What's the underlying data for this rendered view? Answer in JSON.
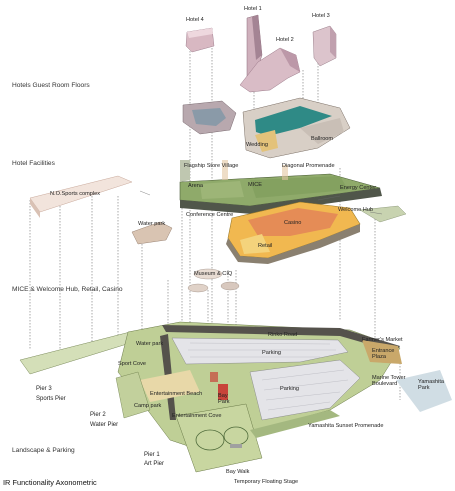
{
  "rows": {
    "guest_floors": "Hotels Guest Room Floors",
    "facilities": "Hotel Facilities",
    "mice": "MICE & Welcome Hub, Retail, Casino",
    "landscape": "Landscape & Parking"
  },
  "caption": "IR Functionality Axonometric",
  "hotels": {
    "h1": "Hotel 1",
    "h2": "Hotel 2",
    "h3": "Hotel 3",
    "h4": "Hotel 4",
    "ballroom": "Ballroom",
    "wedding": "Wedding"
  },
  "facilities": {
    "flagship": "Flagship Store Village",
    "diagonal": "Diagonal Promenade",
    "arena": "Arena",
    "mice": "MICE",
    "energy": "Energy Center",
    "conference": "Conference Centre",
    "welcome": "Welcome Hub",
    "casino": "Casino",
    "retail": "Retail",
    "no_sports": "N.O.Sports complex",
    "water_park": "Water park",
    "museum": "Museum & CIQ"
  },
  "landscape": {
    "rinko": "Rinko Road",
    "farmers": "Farmer's Market",
    "entrance": "Entrance Plaza",
    "parking1": "Parking",
    "parking2": "Parking",
    "marine": "Marine Tower Boulevard",
    "yamashita_park": "Yamashita Park",
    "water_park": "Water park",
    "sport_cove": "Sport Cove",
    "beach": "Entertainment Beach",
    "camp": "Camp park",
    "bay": "Bay Park",
    "cove": "Entertainment Cove",
    "promenade": "Yamashita Sunset Promenade",
    "bay_walk": "Bay Walk",
    "floating": "Temporary Floating Stage"
  },
  "piers": {
    "p3_name": "Pier 3",
    "p3_label": "Sports Pier",
    "p2_name": "Pier 2",
    "p2_label": "Water Pier",
    "p1_name": "Pier 1",
    "p1_label": "Art Pier"
  }
}
